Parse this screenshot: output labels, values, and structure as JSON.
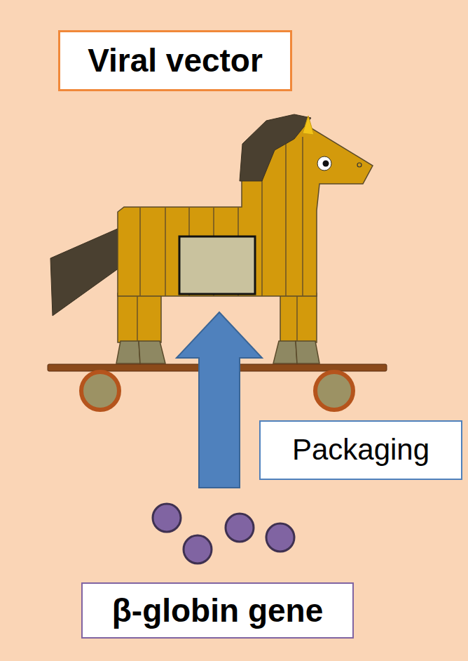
{
  "diagram": {
    "nodes": [
      {
        "text": [
          "Viral vector"
        ]
      },
      {
        "text": [
          "Packaging"
        ]
      },
      {
        "text": [
          "β-globin gene"
        ]
      }
    ]
  }
}
